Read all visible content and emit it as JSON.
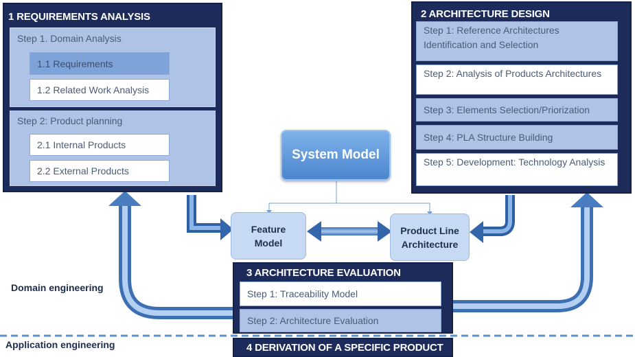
{
  "requirements": {
    "title": "1 REQUIREMENTS ANALYSIS",
    "step1": {
      "title": "Step 1. Domain Analysis",
      "items": [
        "1.1 Requirements",
        "1.2 Related Work Analysis"
      ]
    },
    "step2": {
      "title": "Step 2: Product planning",
      "items": [
        "2.1 Internal Products",
        "2.2 External Products"
      ]
    }
  },
  "architecture": {
    "title": "2 ARCHITECTURE DESIGN",
    "steps": [
      "Step 1: Reference Architectures Identification and Selection",
      "Step 2: Analysis of Products Architectures",
      "Step 3: Elements Selection/Priorization",
      "Step 4: PLA Structure Building",
      "Step 5: Development: Technology Analysis"
    ]
  },
  "evaluation": {
    "title": "3 ARCHITECTURE EVALUATION",
    "steps": [
      "Step 1: Traceability Model",
      "Step 2: Architecture Evaluation"
    ]
  },
  "derivation": {
    "title": "4 DERIVATION OF A SPECIFIC PRODUCT"
  },
  "nodes": {
    "system_model": "System Model",
    "feature_model": "Feature Model",
    "pla": "Product Line Architecture"
  },
  "labels": {
    "domain": "Domain engineering",
    "application": "Application engineering"
  },
  "colors": {
    "panel": "#1c2b5a",
    "light_blue": "#aec3e6",
    "mid_blue": "#7ea3d8",
    "arrow_blue": "#6f9fd6"
  }
}
